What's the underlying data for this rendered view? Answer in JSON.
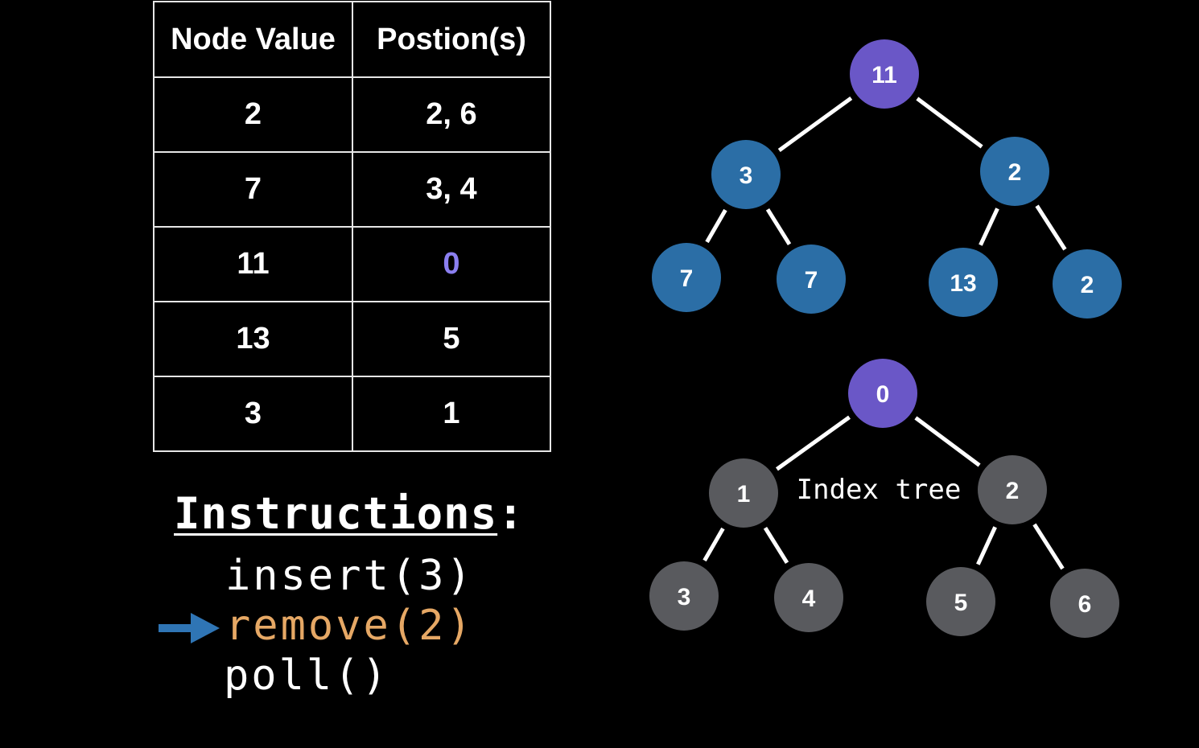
{
  "table": {
    "headers": [
      "Node Value",
      "Postion(s)"
    ],
    "rows": [
      {
        "value": "2",
        "positions": "2, 6",
        "highlight": false
      },
      {
        "value": "7",
        "positions": "3, 4",
        "highlight": false
      },
      {
        "value": "11",
        "positions": "0",
        "highlight": true
      },
      {
        "value": "13",
        "positions": "5",
        "highlight": false
      },
      {
        "value": "3",
        "positions": "1",
        "highlight": false
      }
    ],
    "highlight_color": "#8b7ff0"
  },
  "instructions": {
    "title": "Instructions",
    "title_suffix": ":",
    "lines": [
      {
        "text": "insert(3)",
        "active": false
      },
      {
        "text": "remove(2)",
        "active": true
      },
      {
        "text": "poll()",
        "active": false
      }
    ],
    "active_color": "#e6a865",
    "arrow_color": "#2f75b5",
    "arrow_icon": "right-arrow-icon"
  },
  "value_tree": {
    "nodes": [
      "11",
      "3",
      "2",
      "7",
      "7",
      "13",
      "2"
    ],
    "root_color": "#6a57c7",
    "node_color": "#2b6ea6"
  },
  "index_tree": {
    "caption": "Index tree",
    "nodes": [
      "0",
      "1",
      "2",
      "3",
      "4",
      "5",
      "6"
    ],
    "root_color": "#6a57c7",
    "node_color": "#595a5e"
  }
}
